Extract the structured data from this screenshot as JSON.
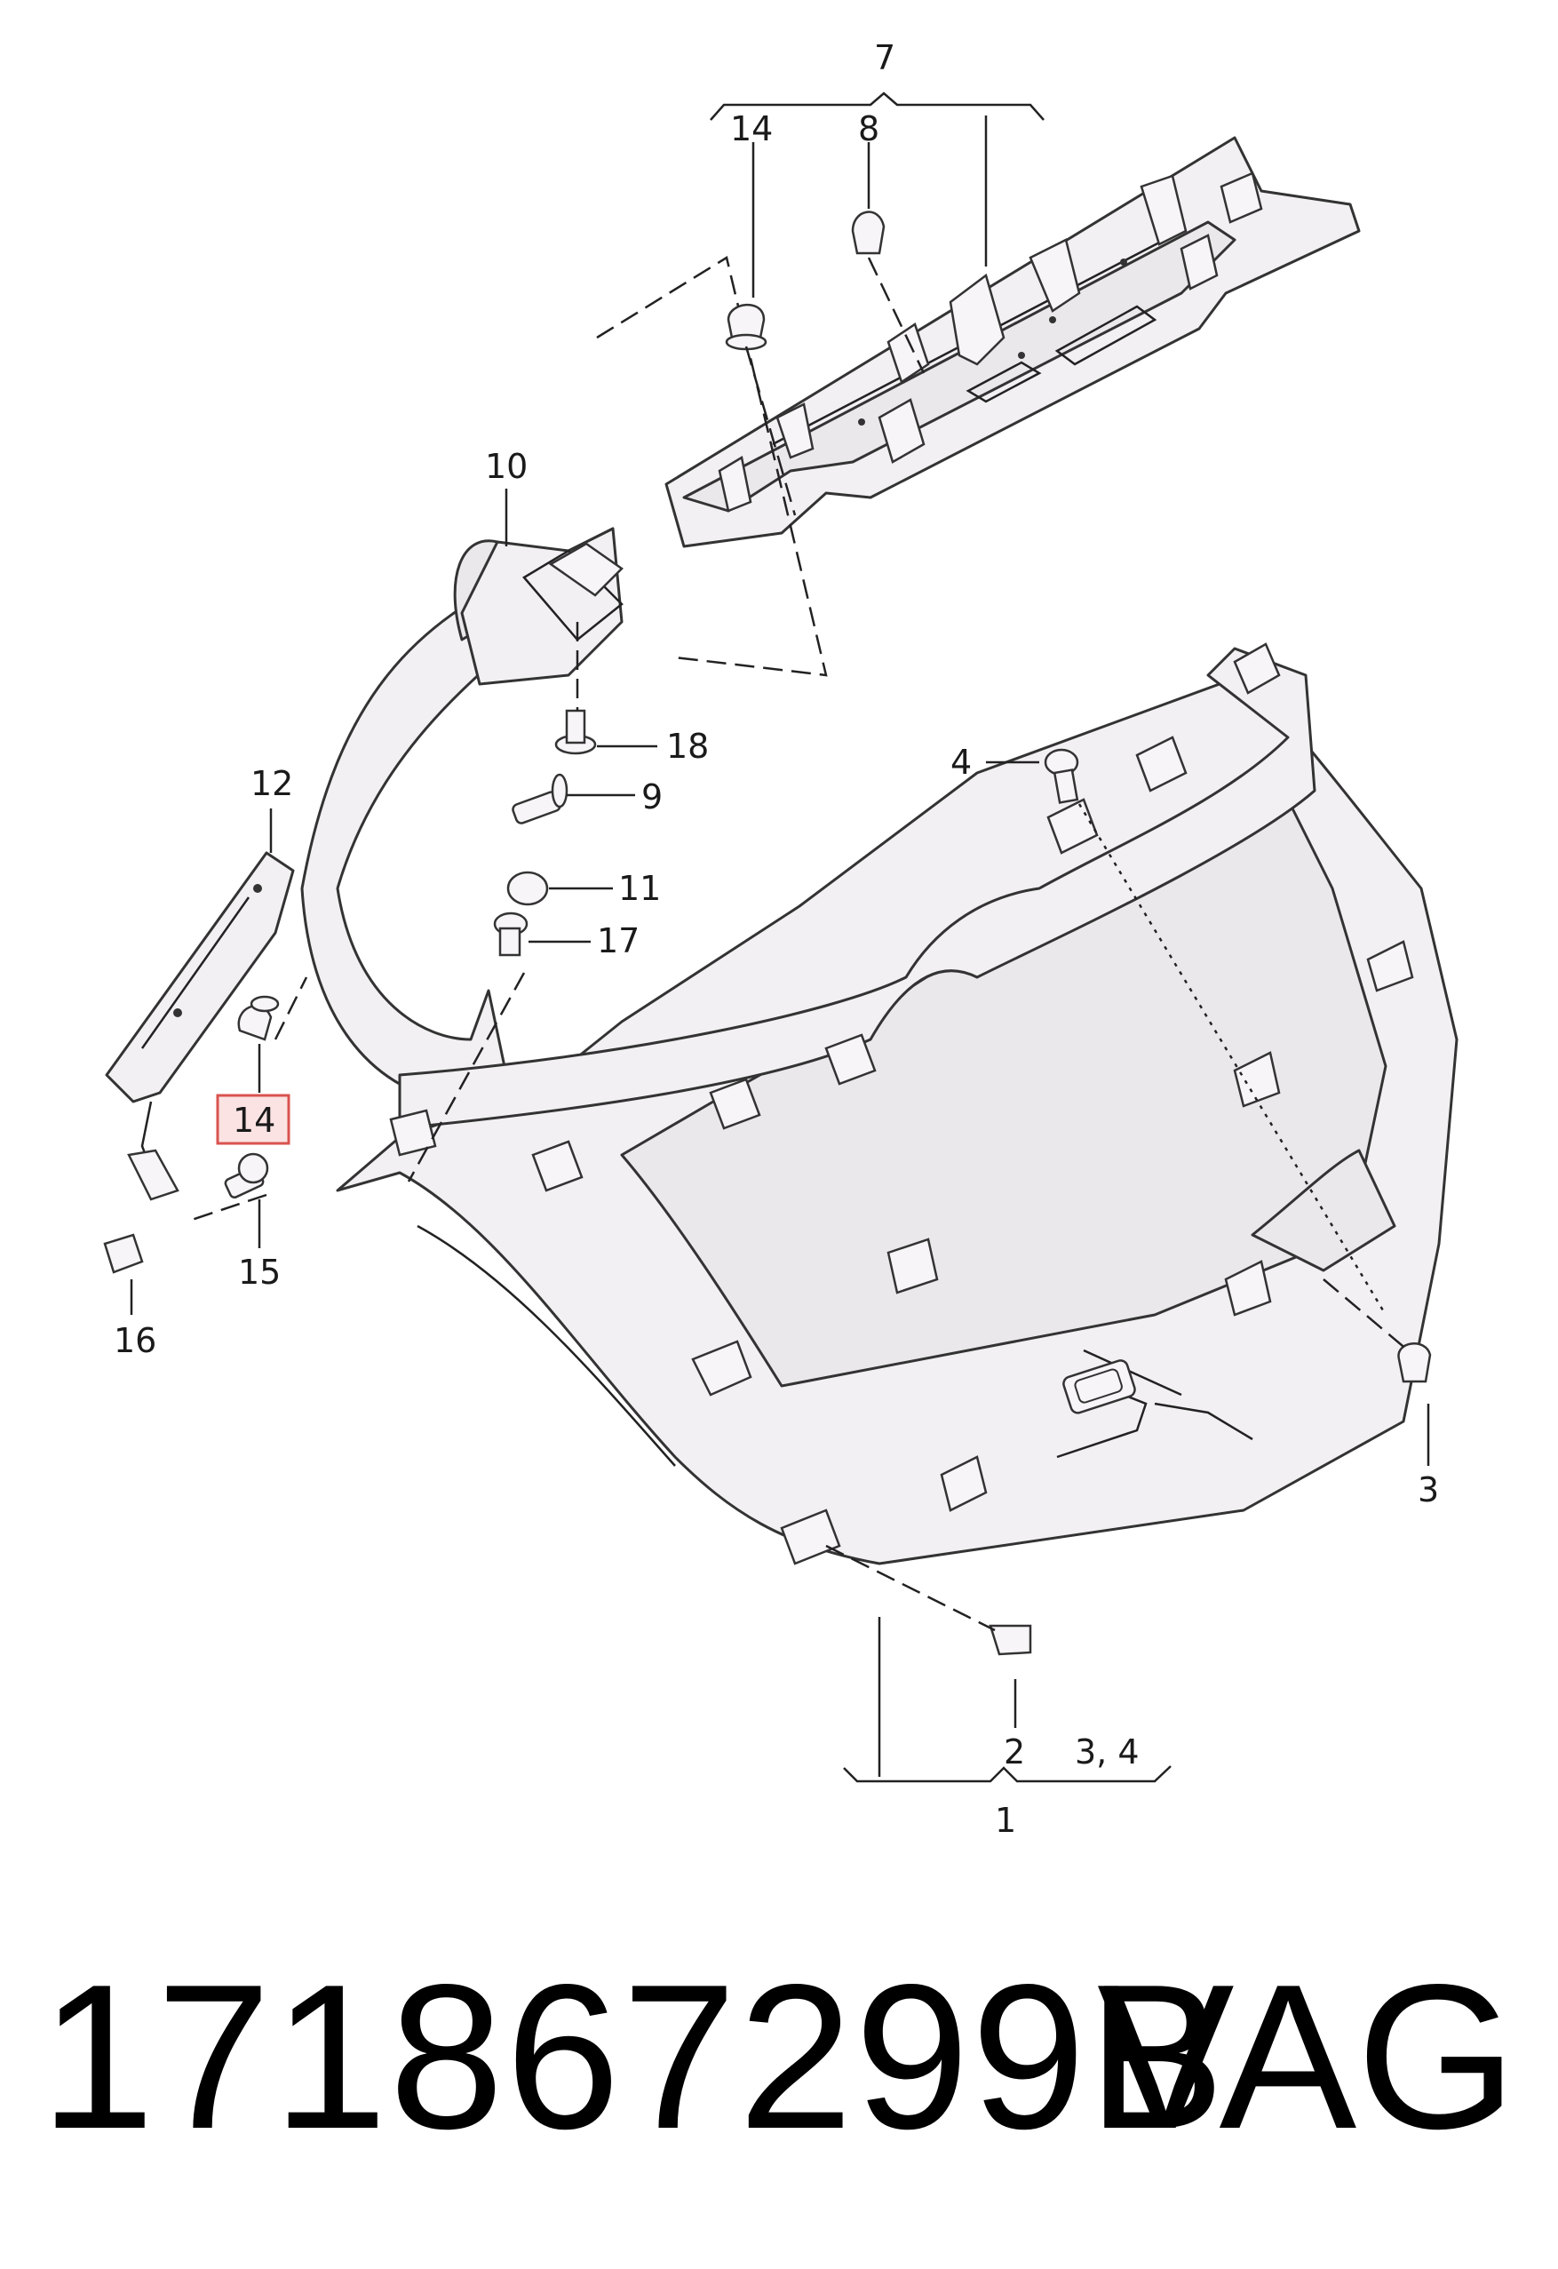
{
  "diagram": {
    "callouts": {
      "c1": "1",
      "c2": "2",
      "c3a": "3",
      "c34": "3, 4",
      "c4": "4",
      "c7": "7",
      "c8": "8",
      "c9": "9",
      "c10": "10",
      "c11": "11",
      "c12": "12",
      "c14_top": "14",
      "c14_hl": "14",
      "c15": "15",
      "c16": "16",
      "c17": "17",
      "c18": "18"
    },
    "highlight_color": "#d9534f"
  },
  "footer": {
    "part_number": "171867299B",
    "brand": "VAG"
  }
}
